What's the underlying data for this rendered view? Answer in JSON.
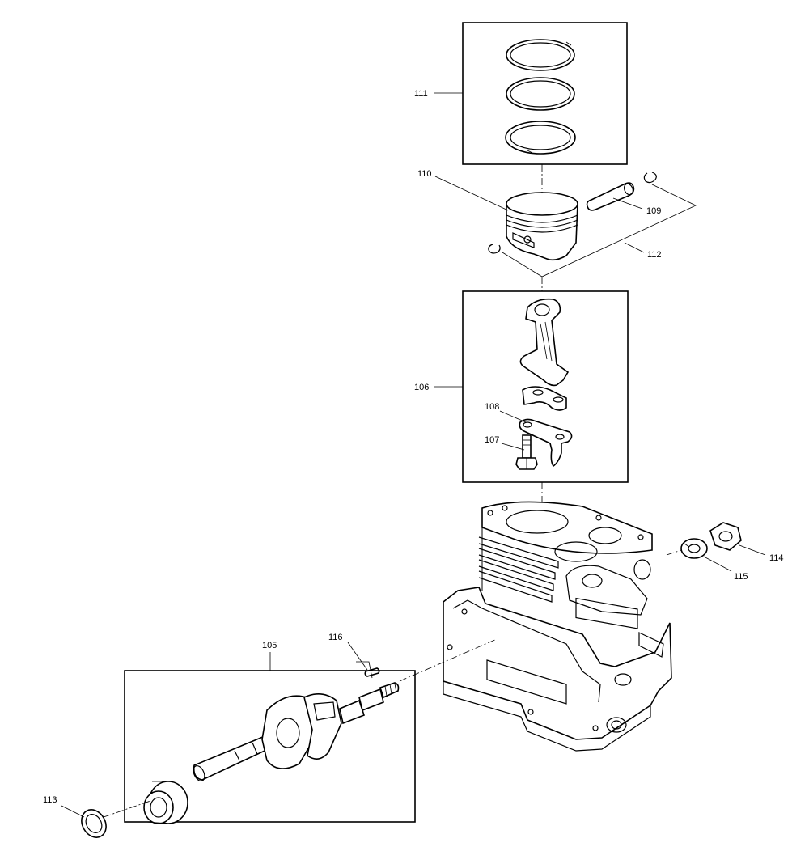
{
  "callouts": {
    "c105": "105",
    "c106": "106",
    "c107": "107",
    "c108": "108",
    "c109": "109",
    "c110": "110",
    "c111": "111",
    "c112": "112",
    "c113": "113",
    "c114": "114",
    "c115": "115",
    "c116": "116"
  }
}
